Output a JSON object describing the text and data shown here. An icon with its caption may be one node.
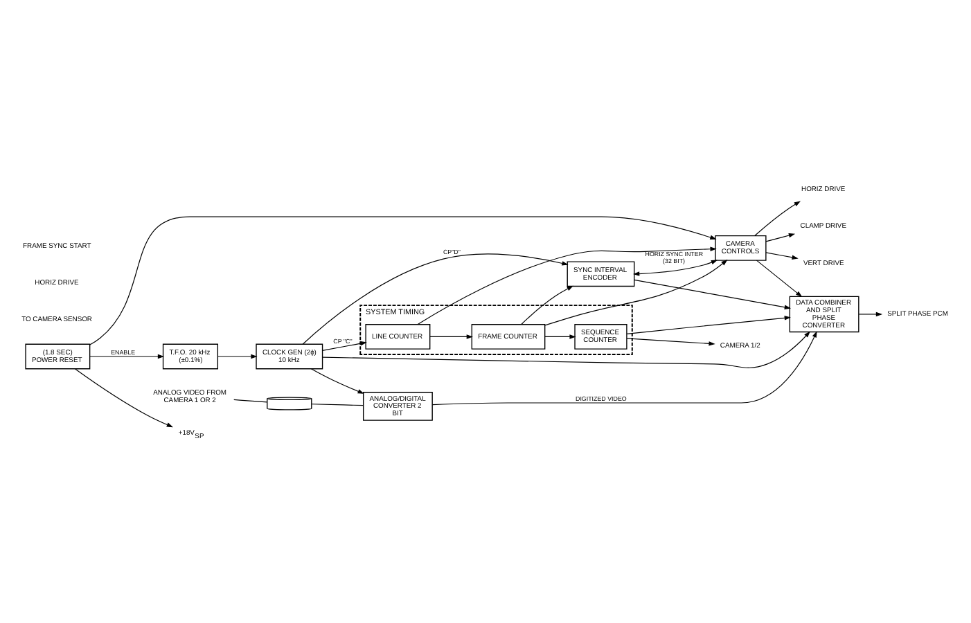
{
  "diagram": {
    "nodes": [
      {
        "text": [
          "SYSTEM TIMING"
        ]
      },
      {
        "text": [
          "+18V$_{SP}$"
        ]
      },
      {
        "text": [
          "(1.8 SEC) POWER RESET"
        ]
      },
      {
        "text": [
          "T.F.O. 20 kHz (±0.1%)"
        ]
      },
      {
        "text": [
          "CLOCK GEN (2ϕ) 10 kHz"
        ]
      },
      {
        "text": [
          "LINE COUNTER"
        ],
        "in": 0
      },
      {
        "text": [
          "FRAME COUNTER"
        ],
        "in": 0
      },
      {
        "text": [
          "SEQUENCE COUNTER"
        ],
        "in": 0
      },
      {
        "text": [
          "CAMERA CONTROLS"
        ]
      },
      {
        "text": [
          "SYNC INTERVAL ENCODER"
        ]
      },
      {
        "text": [
          "DATA COMBINER AND SPLIT PHASE CONVERTER"
        ]
      },
      {
        "text": [
          "ANALOG/DIGITAL CONVERTER 2 BIT"
        ]
      },
      {
        "text": [
          "HORIZ DRIVE"
        ]
      },
      {
        "text": [
          "CLAMP DRIVE"
        ]
      },
      {
        "text": [
          "VERT DRIVE"
        ]
      },
      {
        "text": [
          "CAMERA 1/2"
        ]
      },
      {
        "text": [
          "SPLIT PHASE PCM"
        ]
      },
      {
        "text": [
          "ANALOG VIDEO FROM CAMERA 1 OR 2"
        ]
      },
      {
        "text": [],
        "shape": "cylinder"
      }
    ],
    "edges": [
      {
        "from": 2,
        "to": 1,
        "arrow": "to"
      },
      {
        "from": 2,
        "to": 8,
        "arrow": "to"
      },
      {
        "from": 2,
        "to": 3,
        "arrow": "to",
        "label": "ENABLE"
      },
      {
        "from": 3,
        "to": 4,
        "arrow": "to"
      },
      {
        "from": 4,
        "to": 5,
        "arrow": "to",
        "label": "CP \"C\""
      },
      {
        "from": 5,
        "to": 6,
        "arrow": "to"
      },
      {
        "from": 5,
        "to": 8,
        "arrow": "to"
      },
      {
        "from": 6,
        "to": 8,
        "arrow": "to"
      },
      {
        "from": 6,
        "to": 7,
        "arrow": "to"
      },
      {
        "from": 6,
        "to": 9,
        "arrow": "to"
      },
      {
        "from": 7,
        "to": 10,
        "arrow": "to"
      },
      {
        "from": 7,
        "to": 15,
        "arrow": "to"
      },
      {
        "from": 8,
        "to": 12,
        "arrow": "to"
      },
      {
        "from": 8,
        "to": 13,
        "arrow": "to"
      },
      {
        "from": 8,
        "to": 14,
        "arrow": "to"
      },
      {
        "from": 8,
        "to": 10,
        "arrow": "to"
      },
      {
        "from": 9,
        "to": 8,
        "arrow": "both",
        "label": "HORIZ SYNC INTER (32 BIT)"
      },
      {
        "from": 4,
        "to": 9,
        "arrow": "to",
        "label": "CP\"D\""
      },
      {
        "from": 4,
        "to": 10,
        "arrow": "to"
      },
      {
        "from": 4,
        "to": 11,
        "arrow": "to"
      },
      {
        "from": 9,
        "to": 10,
        "arrow": "to"
      },
      {
        "from": 11,
        "to": 10,
        "arrow": "to",
        "label": "DIGITIZED VIDEO"
      },
      {
        "from": 10,
        "to": 16,
        "arrow": "to"
      },
      {
        "from": 17,
        "to": 18,
        "arrow": "none"
      },
      {
        "from": 18,
        "to": 11,
        "arrow": "none"
      }
    ],
    "labels": [
      "TO CAMERA SENSOR",
      "HORIZ DRIVE",
      "FRAME SYNC START"
    ]
  }
}
